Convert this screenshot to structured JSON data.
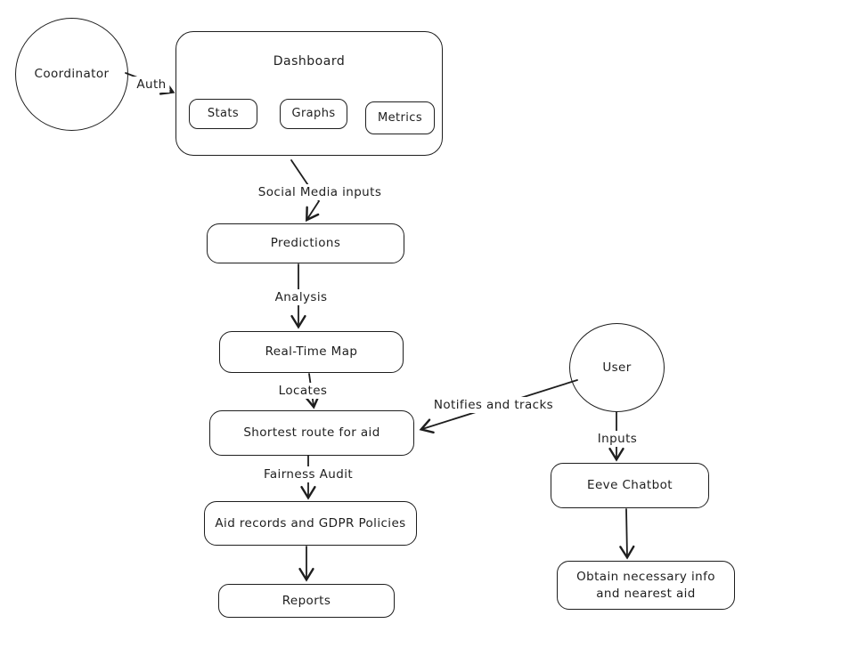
{
  "diagram": {
    "background_color": "#ffffff",
    "stroke_color": "#1e1e1e",
    "nodes": {
      "coordinator": {
        "label": "Coordinator",
        "shape": "circle"
      },
      "dashboard": {
        "title": "Dashboard",
        "shape": "rounded-rect",
        "children": [
          {
            "label": "Stats"
          },
          {
            "label": "Graphs"
          },
          {
            "label": "Metrics"
          }
        ]
      },
      "predictions": {
        "label": "Predictions",
        "shape": "rounded-rect"
      },
      "real_time_map": {
        "label": "Real-Time Map",
        "shape": "rounded-rect"
      },
      "shortest_route": {
        "label": "Shortest route for aid",
        "shape": "rounded-rect"
      },
      "aid_records": {
        "label": "Aid records and GDPR Policies",
        "shape": "rounded-rect"
      },
      "reports": {
        "label": "Reports",
        "shape": "rounded-rect"
      },
      "user": {
        "label": "User",
        "shape": "circle"
      },
      "eeve_chatbot": {
        "label": "Eeve Chatbot",
        "shape": "rounded-rect"
      },
      "obtain_info": {
        "label": "Obtain necessary info and nearest aid",
        "shape": "rounded-rect"
      }
    },
    "edges": {
      "coordinator_to_dashboard": {
        "label": "Auth"
      },
      "dashboard_to_predictions": {
        "label": "Social Media inputs"
      },
      "predictions_to_map": {
        "label": "Analysis"
      },
      "map_to_route": {
        "label": "Locates"
      },
      "user_to_route": {
        "label": "Notifies and tracks"
      },
      "route_to_aid_records": {
        "label": "Fairness Audit"
      },
      "aid_records_to_reports": {
        "label": ""
      },
      "user_to_chatbot": {
        "label": "Inputs"
      },
      "chatbot_to_obtain_info": {
        "label": ""
      }
    }
  }
}
